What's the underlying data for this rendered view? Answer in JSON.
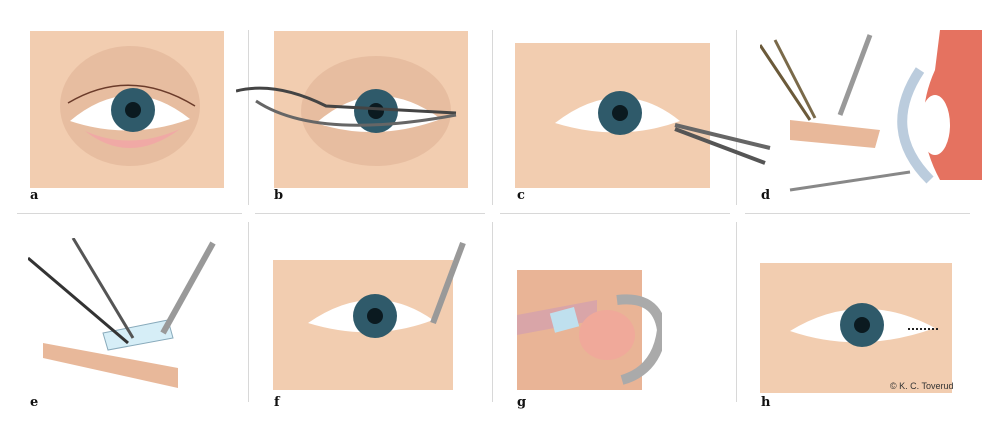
{
  "figure": {
    "panels": [
      {
        "id": "a",
        "label": "a",
        "description": "Eye with lower eyelid ectropion"
      },
      {
        "id": "b",
        "label": "b",
        "description": "Scissors lateral canthotomy"
      },
      {
        "id": "c",
        "label": "c",
        "description": "Forceps at lateral canthus"
      },
      {
        "id": "d",
        "label": "d",
        "description": "Cross-section with scissors and forceps"
      },
      {
        "id": "e",
        "label": "e",
        "description": "Tarsal strip excision"
      },
      {
        "id": "f",
        "label": "f",
        "description": "Forceps lifting lateral lower lid"
      },
      {
        "id": "g",
        "label": "g",
        "description": "Suturing tarsal strip to periosteum"
      },
      {
        "id": "h",
        "label": "h",
        "description": "Final result with sutures"
      }
    ],
    "copyright": "© K. C. Toverud"
  },
  "colors": {
    "skin": "#f2cdb0",
    "shadow": "#d9a98a",
    "iris": "#2f5a6a",
    "lid": "#e8a3a0",
    "divider": "#d8d8d8"
  }
}
